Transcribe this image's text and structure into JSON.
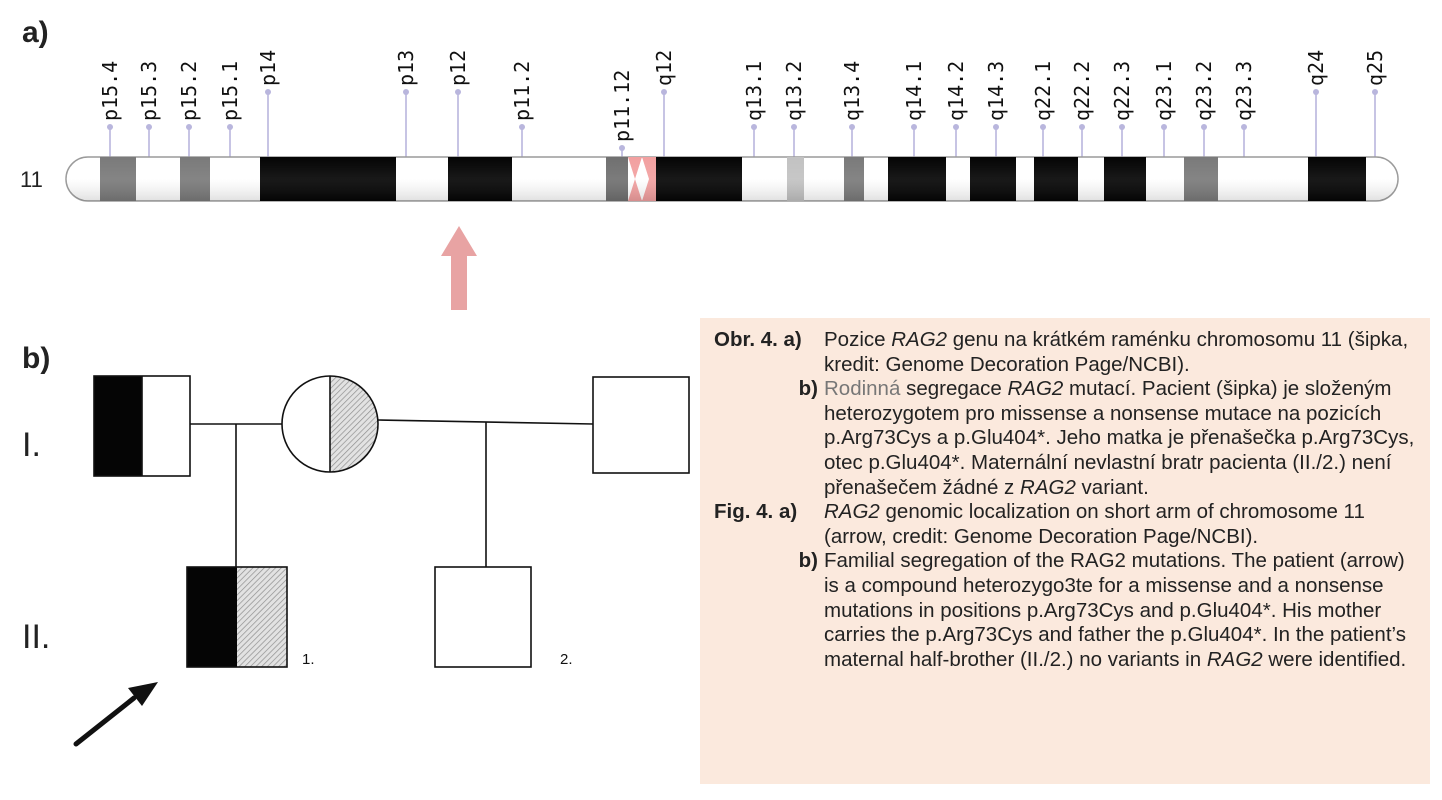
{
  "panels": {
    "a": "a)",
    "b": "b)"
  },
  "chromosome": {
    "name": "11",
    "bands": [
      "p15.4",
      "p15.3",
      "p15.2",
      "p15.1",
      "p14",
      "p13",
      "p12",
      "p11.2",
      "p11.12",
      "q12",
      "q13.1",
      "q13.2",
      "q13.4",
      "q14.1",
      "q14.2",
      "q14.3",
      "q22.1",
      "q22.2",
      "q22.3",
      "q23.1",
      "q23.2",
      "q23.3",
      "q24",
      "q25"
    ],
    "arrow_band": "p12"
  },
  "pedigree": {
    "generations": [
      "I.",
      "II."
    ],
    "individual_numbers": [
      "1.",
      "2."
    ]
  },
  "caption": {
    "cz": {
      "fig": "Obr. 4.",
      "a_label": "a)",
      "a_text_1": "Pozice ",
      "a_gene": "RAG2",
      "a_text_2": " genu na krátkém raménku chromosomu 11 (šipka, kredit: Genome Decoration Page/NCBI).",
      "b_label": "b)",
      "b_word_muted": "Rodinná",
      "b_text_1": " segregace ",
      "b_gene_1": "RAG2",
      "b_text_2": " mutací. Pacient (šipka) je složeným heterozygotem pro missense a nonsense mutace na pozicích p.Arg73Cys a p.Glu404*. Jeho matka je přenašečka p.Arg73Cys, otec p.Glu404*. Maternální nevlastní bratr pacienta (II./2.) není přenašečem žádné z ",
      "b_gene_2": "RAG2",
      "b_text_3": " variant."
    },
    "en": {
      "fig": "Fig. 4.",
      "a_label": "a)",
      "a_gene": "RAG2",
      "a_text_1": " genomic localization on short arm of chromosome 11 (arrow, credit: Genome Decoration Page/NCBI).",
      "b_label": "b)",
      "b_text_1": "Familial segregation of the RAG2 mutations. The patient (arrow) is a compound heterozygo3te for a missense and a nonsense mutations in positions p.Arg73Cys and p.Glu404*. His mother carries the p.Arg73Cys and father the p.Glu404*. In the patient’s maternal half-brother (II./2.) no variants in ",
      "b_gene": "RAG2",
      "b_text_2": " were identified."
    }
  },
  "colors": {
    "arrow_up": "#e8a3a3",
    "centromere": "#f2a0a0",
    "band_black": "#050505",
    "band_gray": "#7a7a7a",
    "band_light": "#c2c2c2",
    "caption_bg": "#fbe9dd",
    "tick": "#b9b6dd"
  }
}
